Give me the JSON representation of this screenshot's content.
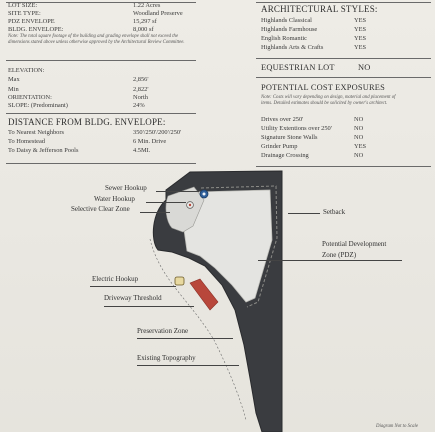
{
  "lot": {
    "rows": [
      {
        "label": "LOT SIZE:",
        "value": "1.22 Acres"
      },
      {
        "label": "SITE TYPE:",
        "value": "Woodland Preserve"
      },
      {
        "label": "PDZ ENVELOPE",
        "value": "15,297 sf"
      },
      {
        "label": "BLDG. ENVELOPE:",
        "value": "8,000 sf"
      }
    ],
    "note": "Note: The total square footage of the building and grading envelope shall not exceed the dimensions stated above unless otherwise approved by the Architectural Review Committee."
  },
  "elevation": {
    "heading": "ELEVATION:",
    "rows": [
      {
        "label": "Max",
        "value": "2,856'"
      },
      {
        "label": "Min",
        "value": "2,822'"
      },
      {
        "label": "ORIENTATION:",
        "value": "North"
      },
      {
        "label": "SLOPE: (Predominant)",
        "value": "24%"
      }
    ]
  },
  "distance": {
    "heading": "DISTANCE FROM BLDG. ENVELOPE:",
    "rows": [
      {
        "label": "To Nearest Neighbors",
        "value": "350'/250'/200'/250'"
      },
      {
        "label": "To Homestead",
        "value": "6 Min. Drive"
      },
      {
        "label": "To Daisy & Jefferson Pools",
        "value": "4.5MI."
      }
    ]
  },
  "arch": {
    "heading": "ARCHITECTURAL STYLES:",
    "rows": [
      {
        "label": "Highlands Classical",
        "value": "YES"
      },
      {
        "label": "Highlands Farmhouse",
        "value": "YES"
      },
      {
        "label": "English Romantic",
        "value": "YES"
      },
      {
        "label": "Highlands Arts & Crafts",
        "value": "YES"
      }
    ]
  },
  "equestrian": {
    "label": "EQUESTRIAN LOT",
    "value": "NO"
  },
  "costs": {
    "heading": "POTENTIAL COST EXPOSURES",
    "note": "Note: Costs will vary depending on design, material and placement of items. Detailed estimates should be solicited by owner's architect.",
    "rows": [
      {
        "label": "Drives over 250'",
        "value": "NO"
      },
      {
        "label": "Utility Extentions over 250'",
        "value": "NO"
      },
      {
        "label": "Signature Stone Walls",
        "value": "NO"
      },
      {
        "label": "Grinder Pump",
        "value": "YES"
      },
      {
        "label": "Drainage Crossing",
        "value": "NO"
      }
    ]
  },
  "diagram": {
    "callouts": {
      "sewer": "Sewer Hookup",
      "water": "Water Hookup",
      "clear": "Selective Clear Zone",
      "setback": "Setback",
      "pdz_line1": "Potential Development",
      "pdz_line2": "Zone (PDZ)",
      "electric": "Electric Hookup",
      "driveway": "Driveway Threshold",
      "preservation": "Preservation Zone",
      "topography": "Existing Topography"
    },
    "footer": "Diagram Not to Scale",
    "colors": {
      "preservation": "#3a3c40",
      "pdz": "#e4e4e1",
      "clear_zone": "#d9d9d6",
      "driveway": "#b8473b",
      "sewer": "#2f5f9a"
    }
  }
}
